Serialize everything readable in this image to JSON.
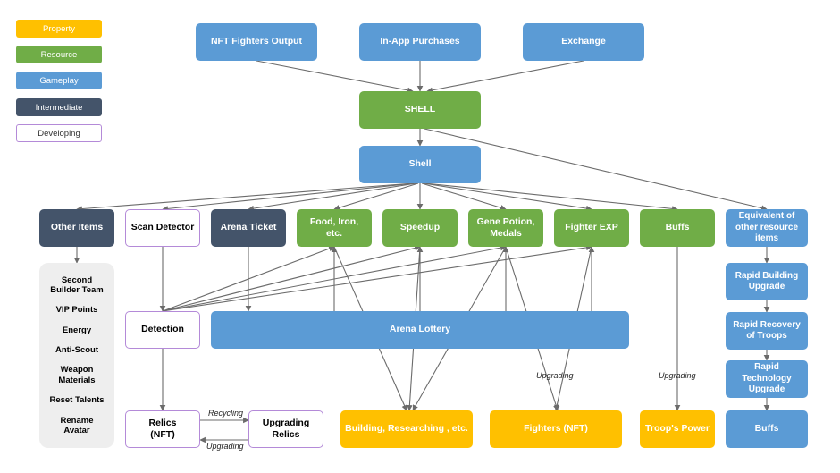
{
  "legend": {
    "property": "Property",
    "resource": "Resource",
    "gameplay": "Gameplay",
    "intermediate": "Intermediate",
    "developing": "Developing"
  },
  "nodes": {
    "nft_output": "NFT Fighters Output",
    "in_app": "In-App Purchases",
    "exchange": "Exchange",
    "shell_res": "SHELL",
    "shell_gp": "Shell",
    "other_items": "Other Items",
    "scan_detector": "Scan Detector",
    "arena_ticket": "Arena Ticket",
    "food": "Food, Iron,\netc.",
    "speedup": "Speedup",
    "gene_potion": "Gene Potion,\nMedals",
    "fighter_exp": "Fighter EXP",
    "buffs_top": "Buffs",
    "equivalent": "Equivalent of\nother resource\nitems",
    "detection": "Detection",
    "arena_lottery": "Arena Lottery",
    "rapid_building": "Rapid Building\nUpgrade",
    "rapid_recovery": "Rapid Recovery\nof Troops",
    "rapid_tech": "Rapid\nTechnology\nUpgrade",
    "relics": "Relics\n(NFT)",
    "upgrading_relics": "Upgrading\nRelics",
    "building": "Building, Researching , etc.",
    "fighters": "Fighters (NFT)",
    "troops_power": "Troop's Power",
    "buffs_bottom": "Buffs"
  },
  "other_items_list": [
    "Second\nBuilder Team",
    "VIP Points",
    "Energy",
    "Anti-Scout",
    "Weapon\nMaterials",
    "Reset Talents",
    "Rename\nAvatar"
  ],
  "edge_labels": {
    "recycling": "Recycling",
    "upgrading_relics_back": "Upgrading",
    "upgrading_fighters": "Upgrading",
    "upgrading_troops": "Upgrading"
  },
  "colors": {
    "property": "#ffc000",
    "resource": "#70ad47",
    "gameplay": "#5b9bd5",
    "intermediate": "#44546a",
    "developing_border": "#b48ad8",
    "arrow": "#6b6b6b"
  }
}
